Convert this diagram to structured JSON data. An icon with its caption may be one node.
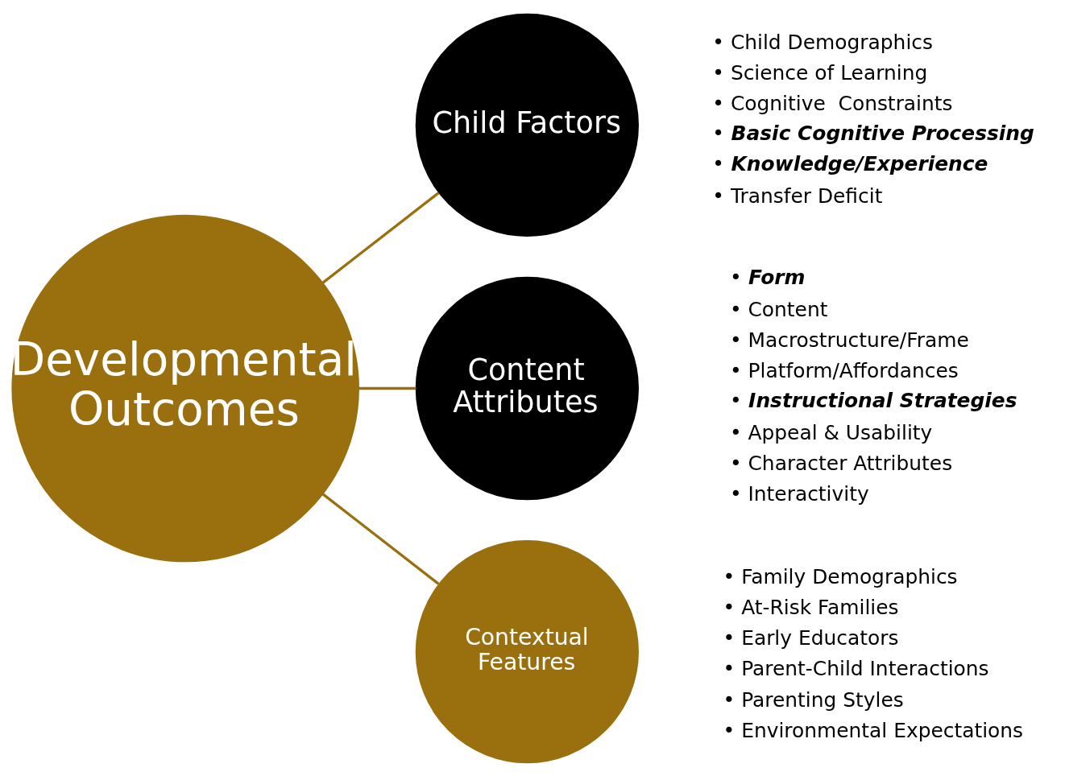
{
  "diagram": {
    "nodes": [
      {
        "text": [
          "Developmental Outcomes"
        ]
      },
      {
        "text": [
          "Child Factors"
        ],
        "beside": [
          "• Child Demographics",
          "• Science of Learning",
          "• Cognitive  Constraints",
          "• *Basic Cognitive Processing*",
          "• *Knowledge/Experience*",
          "• Transfer Deficit"
        ]
      },
      {
        "text": [
          "Content Attributes"
        ],
        "beside": [
          "• *Form*",
          "• Content",
          "• Macrostructure/Frame",
          "• Platform/Affordances",
          "• *Instructional Strategies*",
          "• Appeal & Usability",
          "• Character Attributes",
          "• Interactivity"
        ]
      },
      {
        "text": [
          "Contextual Features"
        ],
        "beside": [
          "• Family Demographics",
          "• At-Risk Families",
          "• Early Educators",
          "• Parent-Child Interactions",
          "• Parenting Styles",
          "• Environmental Expectations"
        ]
      }
    ],
    "edges": [
      {
        "from": 0,
        "to": 1,
        "arrow": "none"
      },
      {
        "from": 0,
        "to": 2,
        "arrow": "none"
      },
      {
        "from": 0,
        "to": 3,
        "arrow": "none"
      }
    ]
  }
}
